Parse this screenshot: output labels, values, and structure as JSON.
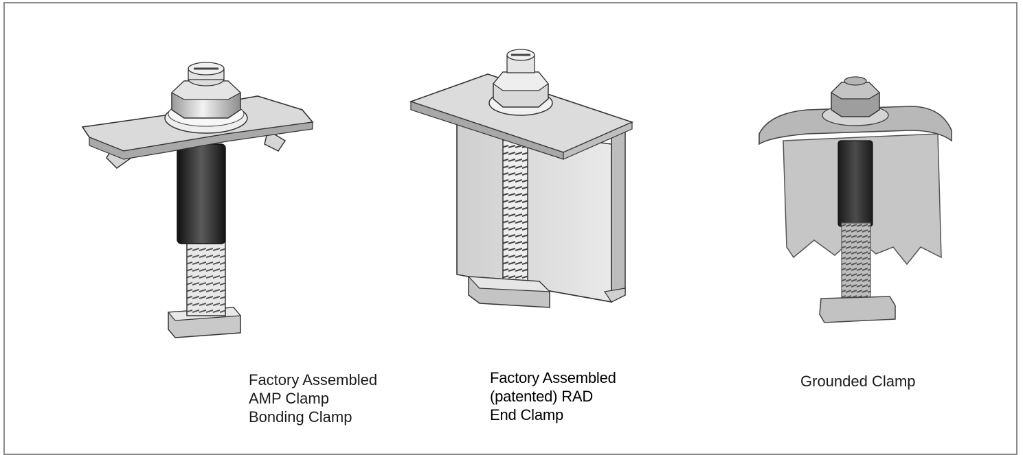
{
  "clamps": [
    {
      "name": "amp-bonding-clamp",
      "caption_lines": [
        "Factory Assembled",
        "AMP Clamp",
        "Bonding Clamp"
      ]
    },
    {
      "name": "rad-end-clamp",
      "caption_lines": [
        "Factory Assembled",
        "(patented) RAD",
        "End Clamp"
      ]
    },
    {
      "name": "grounded-clamp",
      "caption_lines": [
        "Grounded Clamp"
      ]
    }
  ],
  "colors": {
    "frame_border": "#8a8a8a",
    "metal_light": "#e6e6e6",
    "metal_mid": "#bdbdbd",
    "metal_dark": "#6e6e6e",
    "rubber": "#2b2b2b"
  }
}
